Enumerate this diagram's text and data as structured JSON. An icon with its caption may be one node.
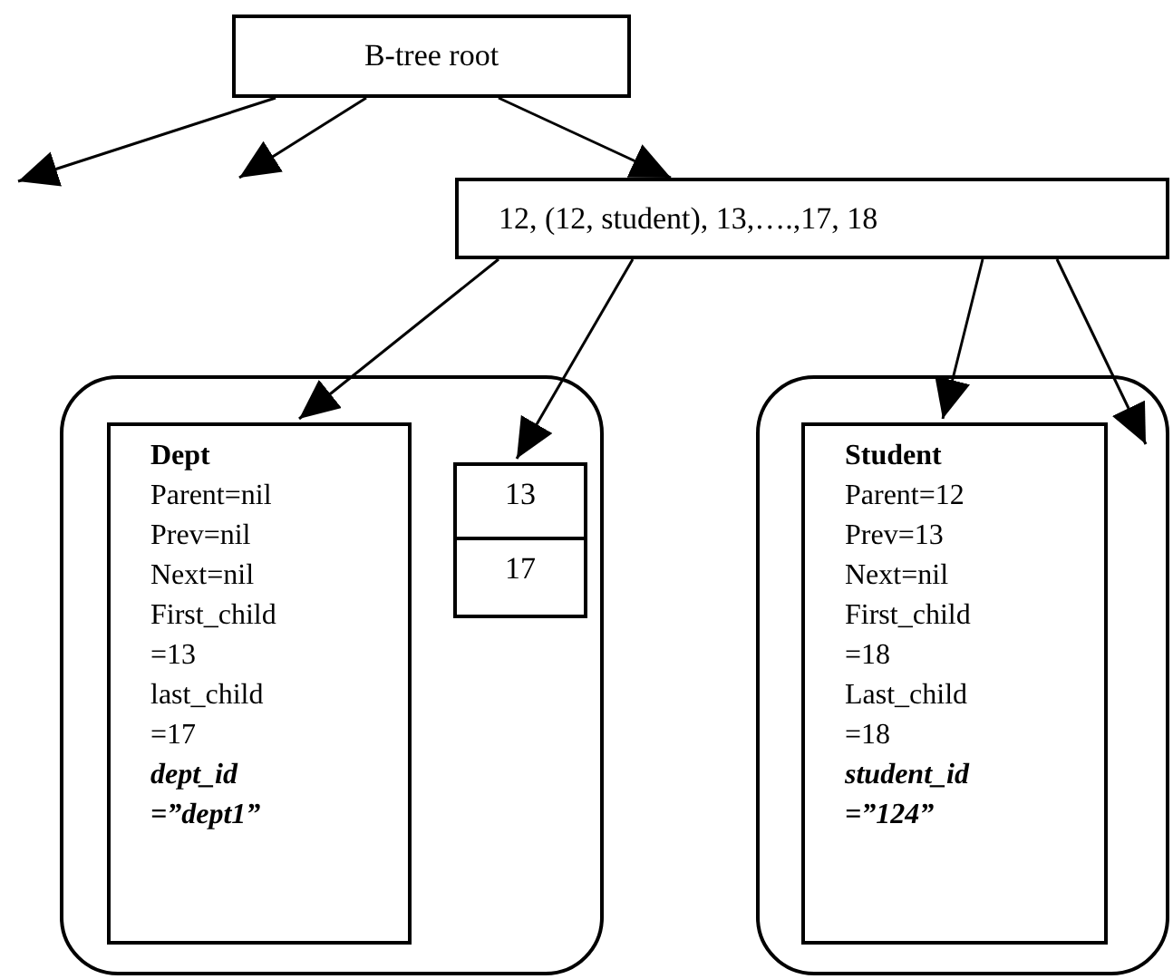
{
  "diagram": {
    "nodes": [
      {
        "text": [
          "B-tree root"
        ]
      },
      {
        "text": [
          "12, (12, student), 13,….,17, 18"
        ]
      },
      {
        "text": [],
        "shape": "box"
      },
      {
        "text": [
          "Dept",
          "Parent=nil",
          "Prev=nil",
          "Next=nil",
          "First_child =13",
          "last_child =17",
          "dept_id =”dept1”"
        ],
        "in": 2
      },
      {
        "text": [
          "13"
        ],
        "in": 2
      },
      {
        "text": [
          "17"
        ],
        "in": 2
      },
      {
        "text": [],
        "shape": "box"
      },
      {
        "text": [
          "Student",
          "Parent=12",
          "Prev=13",
          "Next=nil",
          "First_child =18",
          "Last_child =18",
          "student_id =”124”"
        ],
        "in": 6
      }
    ],
    "edges": [
      {
        "from": 0,
        "to": null,
        "arrow": "to"
      },
      {
        "from": 0,
        "to": null,
        "arrow": "to"
      },
      {
        "from": 0,
        "to": 1,
        "arrow": "to"
      },
      {
        "from": 1,
        "to": 3,
        "arrow": "to"
      },
      {
        "from": 1,
        "to": 4,
        "arrow": "to"
      },
      {
        "from": 1,
        "to": 7,
        "arrow": "to"
      },
      {
        "from": 1,
        "to": 6,
        "arrow": "to"
      }
    ]
  }
}
